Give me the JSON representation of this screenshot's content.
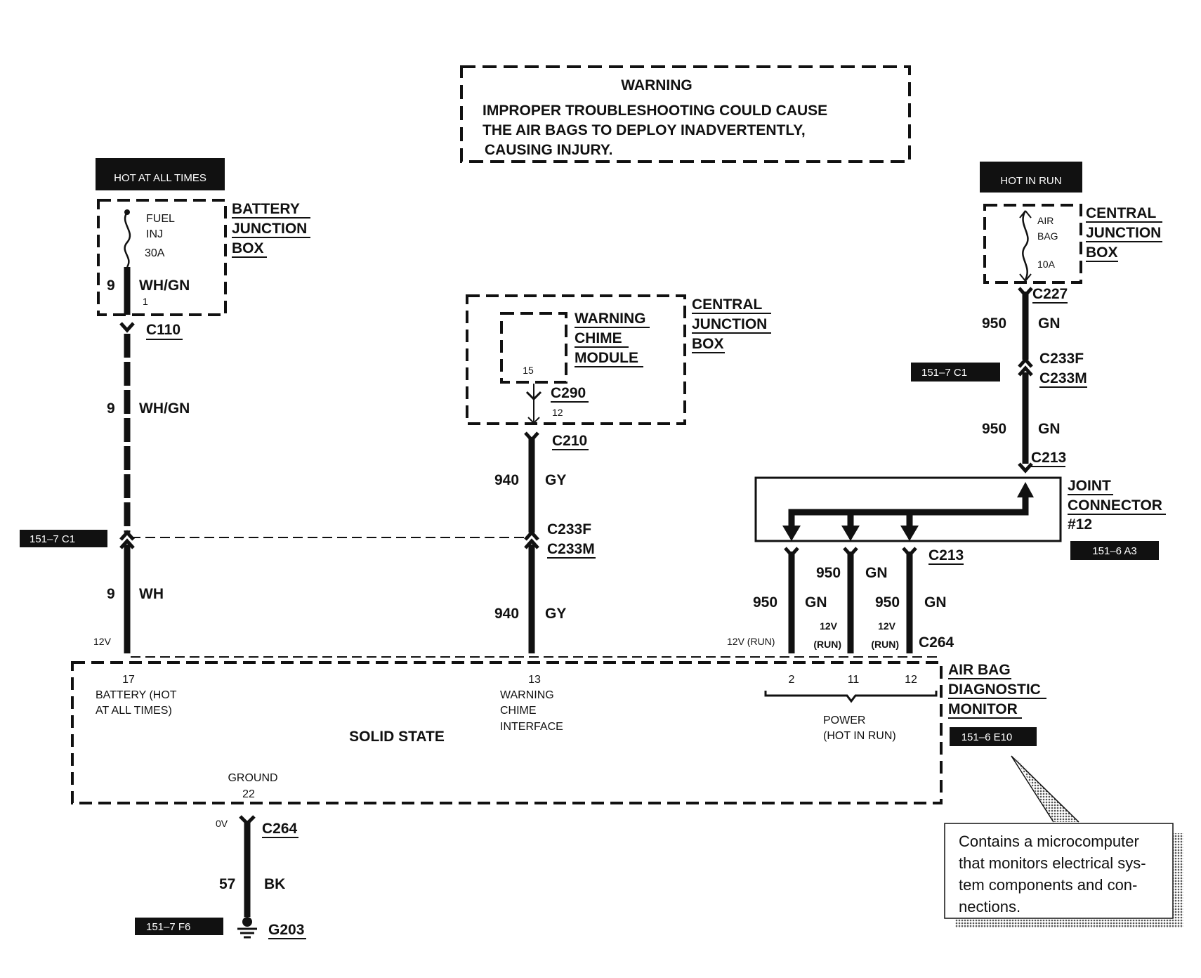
{
  "warning": {
    "title": "WARNING",
    "lines": [
      "IMPROPER TROUBLESHOOTING COULD CAUSE",
      "THE AIR BAGS TO DEPLOY INADVERTENTLY,",
      "CAUSING INJURY."
    ]
  },
  "left": {
    "hot_tag": "HOT AT ALL TIMES",
    "box_label": [
      "BATTERY",
      "JUNCTION",
      "BOX"
    ],
    "fuse": [
      "FUEL",
      "INJ",
      "30A"
    ],
    "inner_circuit": "9",
    "inner_color": "WH/GN",
    "inner_pin": "1",
    "c110": "C110",
    "wire_upper_num": "9",
    "wire_upper_color": "WH/GN",
    "ref_tag": "151–7 C1",
    "wire_lower_num": "9",
    "wire_lower_color": "WH",
    "voltage": "12V"
  },
  "middle": {
    "module_label": [
      "WARNING",
      "CHIME",
      "MODULE"
    ],
    "module_pin": "15",
    "box_label": [
      "CENTRAL",
      "JUNCTION",
      "BOX"
    ],
    "c290": "C290",
    "c290_pin": "12",
    "c210": "C210",
    "wire_upper_num": "940",
    "wire_upper_color": "GY",
    "c233f": "C233F",
    "c233m": "C233M",
    "wire_lower_num": "940",
    "wire_lower_color": "GY"
  },
  "right": {
    "hot_tag": "HOT IN RUN",
    "box_label": [
      "CENTRAL",
      "JUNCTION",
      "BOX"
    ],
    "fuse": [
      "AIR",
      "BAG",
      "10A"
    ],
    "c227": "C227",
    "wire_upper_num": "950",
    "wire_upper_color": "GN",
    "c233f": "C233F",
    "c233m": "C233M",
    "ref_tag": "151–7 C1",
    "wire_mid_num": "950",
    "wire_mid_color": "GN",
    "c213_top": "C213",
    "joint_label": [
      "JOINT",
      "CONNECTOR",
      "#12"
    ],
    "joint_ref": "151–6 A3",
    "c213_bottom": "C213",
    "wire_a_num": "950",
    "wire_a_color": "GN",
    "wire_b_num": "950",
    "wire_b_color": "GN",
    "wire_c_num": "950",
    "wire_c_color": "GN",
    "voltage_a": "12V (RUN)",
    "voltage_b": [
      "12V",
      "(RUN)"
    ],
    "voltage_c": [
      "12V",
      "(RUN)"
    ],
    "c264_top": "C264"
  },
  "monitor": {
    "label": [
      "AIR BAG",
      "DIAGNOSTIC",
      "MONITOR"
    ],
    "ref": "151–6 E10",
    "solid_state": "SOLID STATE",
    "pins": {
      "battery_num": "17",
      "battery_label": [
        "BATTERY (HOT",
        "AT ALL TIMES)"
      ],
      "chime_num": "13",
      "chime_label": [
        "WARNING",
        "CHIME",
        "INTERFACE"
      ],
      "power_nums": [
        "2",
        "11",
        "12"
      ],
      "power_label": [
        "POWER",
        "(HOT IN RUN)"
      ],
      "ground_label": "GROUND",
      "ground_num": "22"
    }
  },
  "ground": {
    "voltage": "0V",
    "c264": "C264",
    "wire_num": "57",
    "wire_color": "BK",
    "g203": "G203",
    "ref_tag": "151–7 F6"
  },
  "callout": {
    "lines": [
      "Contains a microcomputer",
      "that monitors electrical sys-",
      "tem components and con-",
      "nections."
    ]
  }
}
